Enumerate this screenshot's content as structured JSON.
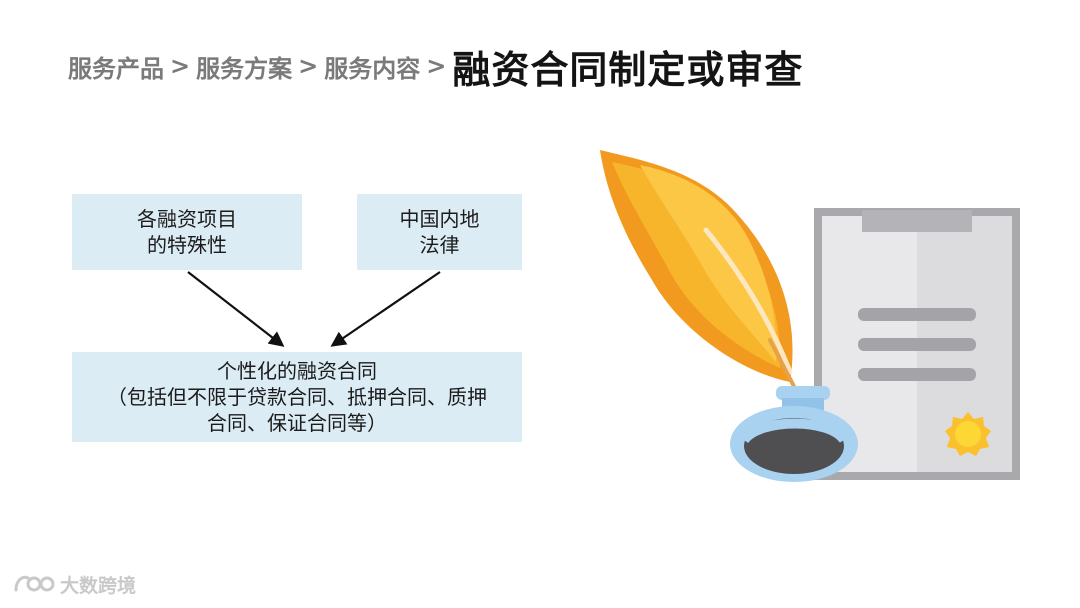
{
  "breadcrumb": {
    "items": [
      "服务产品",
      "服务方案",
      "服务内容"
    ],
    "separator": ">",
    "current": "融资合同制定或审查"
  },
  "diagram": {
    "source_a": [
      "各融资项目",
      "的特殊性"
    ],
    "source_b": [
      "中国内地",
      "法律"
    ],
    "result": [
      "个性化的融资合同",
      "（包括但不限于贷款合同、抵押合同、质押",
      "合同、保证合同等）"
    ]
  },
  "watermark": {
    "text": "大数跨境"
  },
  "colors": {
    "box_fill": "#dcecf5",
    "feather_yellow": "#f7b52c",
    "feather_orange": "#f29a1f",
    "ink_bottle": "#a9d1f0",
    "document_bg": "#e9e9ea",
    "seal": "#fbc02d"
  }
}
